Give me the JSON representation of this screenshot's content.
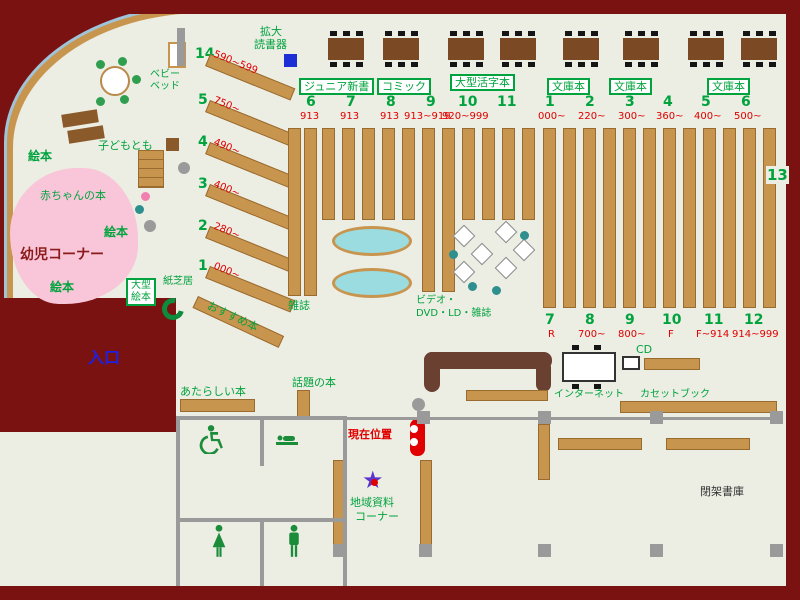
{
  "colors": {
    "floor": "#ecede3",
    "wall_maroon": "#7a1212",
    "shelf_tan": "#c8954f",
    "table_brown": "#7b4a25",
    "counter_brown": "#6a4030",
    "text_green": "#00a33e",
    "text_red": "#e00000",
    "entrance_blue": "#2020e0",
    "kids_pink": "#f8c6d8",
    "seat_cyan": "#9adce0",
    "wall_gray": "#9a9a9a",
    "arc_blue": "#9fc3d8",
    "reader_blue": "#1c2fd4",
    "icon_green": "#1b8c3a",
    "star_purple": "#5b35cc"
  },
  "top": {
    "kakudai_1": "拡大",
    "kakudai_2": "読書器",
    "junior": "ジュニア新書",
    "comic": "コミック",
    "ogata": "大型活字本",
    "bunko": "文庫本"
  },
  "stacks_mid": [
    {
      "num": "6",
      "range": "913"
    },
    {
      "num": "7",
      "range": "913"
    },
    {
      "num": "8",
      "range": "913"
    },
    {
      "num": "9",
      "range": "913~919"
    },
    {
      "num": "10",
      "range": "920~999"
    },
    {
      "num": "11",
      "range": ""
    }
  ],
  "stacks_right_top": [
    {
      "num": "1",
      "range": "000~"
    },
    {
      "num": "2",
      "range": "220~"
    },
    {
      "num": "3",
      "range": "300~"
    },
    {
      "num": "4",
      "range": "360~"
    },
    {
      "num": "5",
      "range": "400~"
    },
    {
      "num": "6",
      "range": "500~"
    }
  ],
  "stacks_right_bottom": [
    {
      "num": "7",
      "range": "R"
    },
    {
      "num": "8",
      "range": "700~"
    },
    {
      "num": "9",
      "range": "800~"
    },
    {
      "num": "10",
      "range": "F"
    },
    {
      "num": "11",
      "range": "F~914"
    },
    {
      "num": "12",
      "range": "914~999"
    }
  ],
  "stack_13": "13",
  "stacks_diagonal": [
    {
      "num": "14",
      "range": "590~599"
    },
    {
      "num": "5",
      "range": "750~"
    },
    {
      "num": "4",
      "range": "490~"
    },
    {
      "num": "3",
      "range": "400~"
    },
    {
      "num": "2",
      "range": "280~"
    },
    {
      "num": "1",
      "range": "000~"
    }
  ],
  "kids": {
    "baby_bed_1": "ベビー",
    "baby_bed_2": "ベッド",
    "kodomo": "子どもとも",
    "ehon": "絵本",
    "akachan": "赤ちゃんの本",
    "yoji_corner": "幼児コーナー",
    "ogata_ehon_1": "大型",
    "ogata_ehon_2": "絵本",
    "kamishibai": "紙芝居",
    "osusume": "おすすめ本"
  },
  "center": {
    "zasshi": "雑誌",
    "video_1": "ビデオ・",
    "video_2": "DVD・LD・雑誌"
  },
  "entrance": "入口",
  "south": {
    "atarashii": "あたらしい本",
    "wadai": "話題の本",
    "genzai": "現在位置",
    "chiiki_1": "地域資料",
    "chiiki_2": "コーナー",
    "internet": "インターネット",
    "cd": "CD",
    "cassette": "カセットブック",
    "heika": "閉架書庫"
  },
  "icons": {
    "star": "★"
  }
}
